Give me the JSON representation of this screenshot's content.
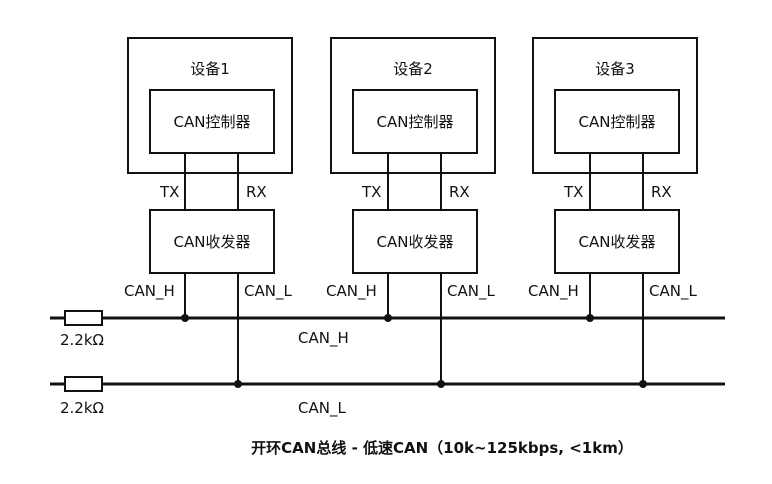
{
  "devices": [
    {
      "name": "设备1",
      "controller": "CAN控制器",
      "transceiver": "CAN收发器",
      "tx": "TX",
      "rx": "RX",
      "can_h": "CAN_H",
      "can_l": "CAN_L"
    },
    {
      "name": "设备2",
      "controller": "CAN控制器",
      "transceiver": "CAN收发器",
      "tx": "TX",
      "rx": "RX",
      "can_h": "CAN_H",
      "can_l": "CAN_L"
    },
    {
      "name": "设备3",
      "controller": "CAN控制器",
      "transceiver": "CAN收发器",
      "tx": "TX",
      "rx": "RX",
      "can_h": "CAN_H",
      "can_l": "CAN_L"
    }
  ],
  "bus": {
    "can_h_label": "CAN_H",
    "can_l_label": "CAN_L",
    "resistor_h": "2.2kΩ",
    "resistor_l": "2.2kΩ"
  },
  "caption": "开环CAN总线 - 低速CAN（10k~125kbps, <1km）"
}
